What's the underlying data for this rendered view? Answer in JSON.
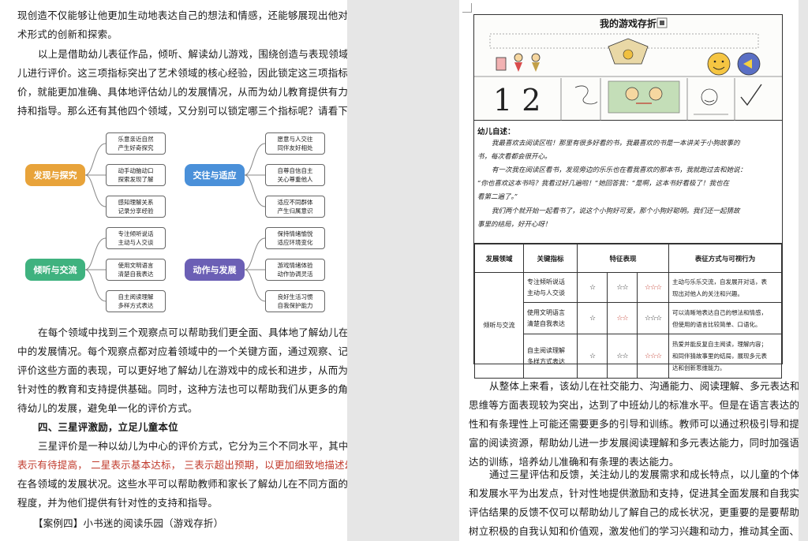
{
  "left_page": {
    "intro_lines": [
      "现创造不仅能够让他更加生动地表达自己的想法和情感，还能够展现出他对于艺",
      "术形式的创新和探索。"
    ],
    "para2_lines": [
      "以上是借助幼儿表征作品，倾听、解读幼儿游戏，围绕创造与表现领域对幼",
      "儿进行评价。这三项指标突出了艺术领域的核心经验，因此锁定这三项指标的评",
      "价，就能更加准确、具体地评估幼儿的发展情况，从而为幼儿教育提供有力的支",
      "持和指导。那么还有其他四个领域，又分别可以锁定哪三个指标呢？请看下图："
    ],
    "mindmap": {
      "groups": [
        {
          "name": "发现与探究",
          "color": "#e8a33a",
          "leaves": [
            [
              "乐意亲近自然",
              "产生好奇探究"
            ],
            [
              "动手动脑动口",
              "探索发现了解"
            ],
            [
              "感知理解关系",
              "记录分享经验"
            ]
          ]
        },
        {
          "name": "交往与适应",
          "color": "#4a90d9",
          "leaves": [
            [
              "愿意与人交往",
              "同伴友好相处"
            ],
            [
              "自尊自信自主",
              "关心尊重他人"
            ],
            [
              "适应不同群体",
              "产生归属意识"
            ]
          ]
        },
        {
          "name": "倾听与交流",
          "color": "#3fb27f",
          "leaves": [
            [
              "专注倾听说话",
              "主动与人交谈"
            ],
            [
              "使用文明语言",
              "清楚自我表达"
            ],
            [
              "自主阅读理解",
              "多样方式表达"
            ]
          ]
        },
        {
          "name": "动作与发展",
          "color": "#6b5fb5",
          "leaves": [
            [
              "保持情绪愉悦",
              "适应环境变化"
            ],
            [
              "游戏情绪体验",
              "动作协调灵活"
            ],
            [
              "良好生活习惯",
              "自我保护能力"
            ]
          ]
        }
      ]
    },
    "para3_lines": [
      "在每个领域中找到三个观察点可以帮助我们更全面、具体地了解幼儿在游戏",
      "中的发展情况。每个观察点都对应着领域中的一个关键方面，通过观察、记录和",
      "评价这些方面的表现，可以更好地了解幼儿在游戏中的成长和进步，从而为提供",
      "针对性的教育和支持提供基础。同时，这种方法也可以帮助我们从更多的角度看",
      "待幼儿的发展，避免单一化的评价方式。"
    ],
    "heading4": "四、三星评激励，立足儿童本位",
    "para4_lines": [
      "三星评价是一种以幼儿为中心的评价方式，它分为三个不同水平，其中一星",
      "表示有待提高，  二星表示基本达标，  三表示超出预期，以更加细致地描述幼儿",
      "在各领域的发展状况。这些水平可以帮助教师和家长了解幼儿在不同方面的发展",
      "程度，并为他们提供有针对性的支持和指导。"
    ],
    "case_title": "【案例四】小书迷的阅读乐园（游戏存折）"
  },
  "right_page": {
    "drawing_title": "我的游戏存折",
    "drawing_numbers": "1 2",
    "self_intro_label": "幼儿自述：",
    "self_intro_lines": [
      "我最喜欢去阅读区啦！那里有很多好看的书，我最喜欢的书是一本讲关于小狗故事的",
      "书，每次看都会很开心。",
      "有一次我在阅读区看书，发现旁边的乐乐也在看我喜欢的那本书，我就跑过去和她说：",
      "“你也喜欢这本书吗？我看过好几遍啦！”她回答我：“是啊，这本书好看极了！我也在",
      "看第二遍了。”",
      "我们两个就开始一起看书了，说这个小狗好可爱，那个小狗好聪明。我们还一起猜故",
      "事里的结局，好开心呀！"
    ],
    "table": {
      "headers": [
        "发展领域",
        "关键指标",
        "特征表现",
        "表征方式与可视行为"
      ],
      "domain": "倾听与交流",
      "rows": [
        {
          "indicator": [
            "专注倾听说话",
            "主动与人交谈"
          ],
          "stars": [
            "☆",
            "☆☆",
            "☆☆☆"
          ],
          "red_index": 2,
          "desc": [
            "主动与乐乐交流，自发展开对话，表",
            "现出对他人的关注和兴趣。"
          ]
        },
        {
          "indicator": [
            "使用文明语言",
            "清楚自我表达"
          ],
          "stars": [
            "☆",
            "☆☆",
            "☆☆☆"
          ],
          "red_index": 1,
          "desc": [
            "可以清晰地表达自己的想法和情感，",
            "但使用的语言比较简单、口语化。"
          ]
        },
        {
          "indicator": [
            "自主阅读理解",
            "多样方式表达"
          ],
          "stars": [
            "☆",
            "☆☆",
            "☆☆☆"
          ],
          "red_index": 2,
          "desc": [
            "热爱并能反复自主阅读，理解内容；",
            "和同伴猜故事里的结局，展现多元表",
            "达和创新思维能力。"
          ]
        }
      ]
    },
    "para1_lines": [
      "从整体上来看，该幼儿在社交能力、沟通能力、阅读理解、多元表达和创新",
      "思维等方面表现较为突出，达到了中班幼儿的标准水平。但是在语言表达的准确",
      "性和有条理性上可能还需要更多的引导和训练。教师可以通过积极引导和提供丰",
      "富的阅读资源，帮助幼儿进一步发展阅读理解和多元表达能力，同时加强语言表",
      "达的训练，培养幼儿准确和有条理的表达能力。"
    ],
    "para2_lines": [
      "通过三星评估和反馈，关注幼儿的发展需求和成长特点，以儿童的个体差异",
      "和发展水平为出发点，针对性地提供激励和支持，促进其全面发展和自我实现。",
      "评估结果的反馈不仅可以帮助幼儿了解自己的成长状况，更重要的是要帮助他们",
      "树立积极的自我认知和价值观，激发他们的学习兴趣和动力，推动其全面、平衡、"
    ]
  }
}
